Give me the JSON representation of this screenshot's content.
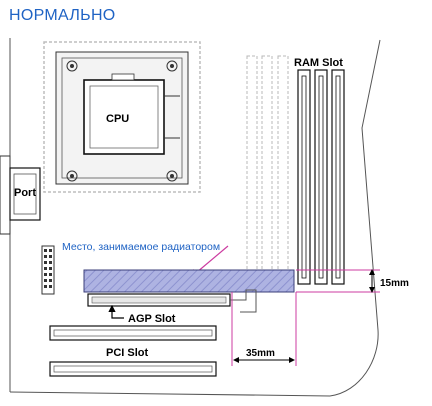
{
  "title": "НОРМАЛЬНО",
  "labels": {
    "cpu": "CPU",
    "ram_slot": "RAM Slot",
    "port": "Port",
    "heatsink_area": "Место, занимаемое радиатором",
    "agp_slot": "AGP Slot",
    "pci_slot": "PCI Slot",
    "dim_height": "15mm",
    "dim_width": "35mm"
  },
  "colors": {
    "title": "#1f63c4",
    "heatsink_fill": "#aeb3e2",
    "dimension_line": "#cc3ba0",
    "outline": "#222222"
  }
}
